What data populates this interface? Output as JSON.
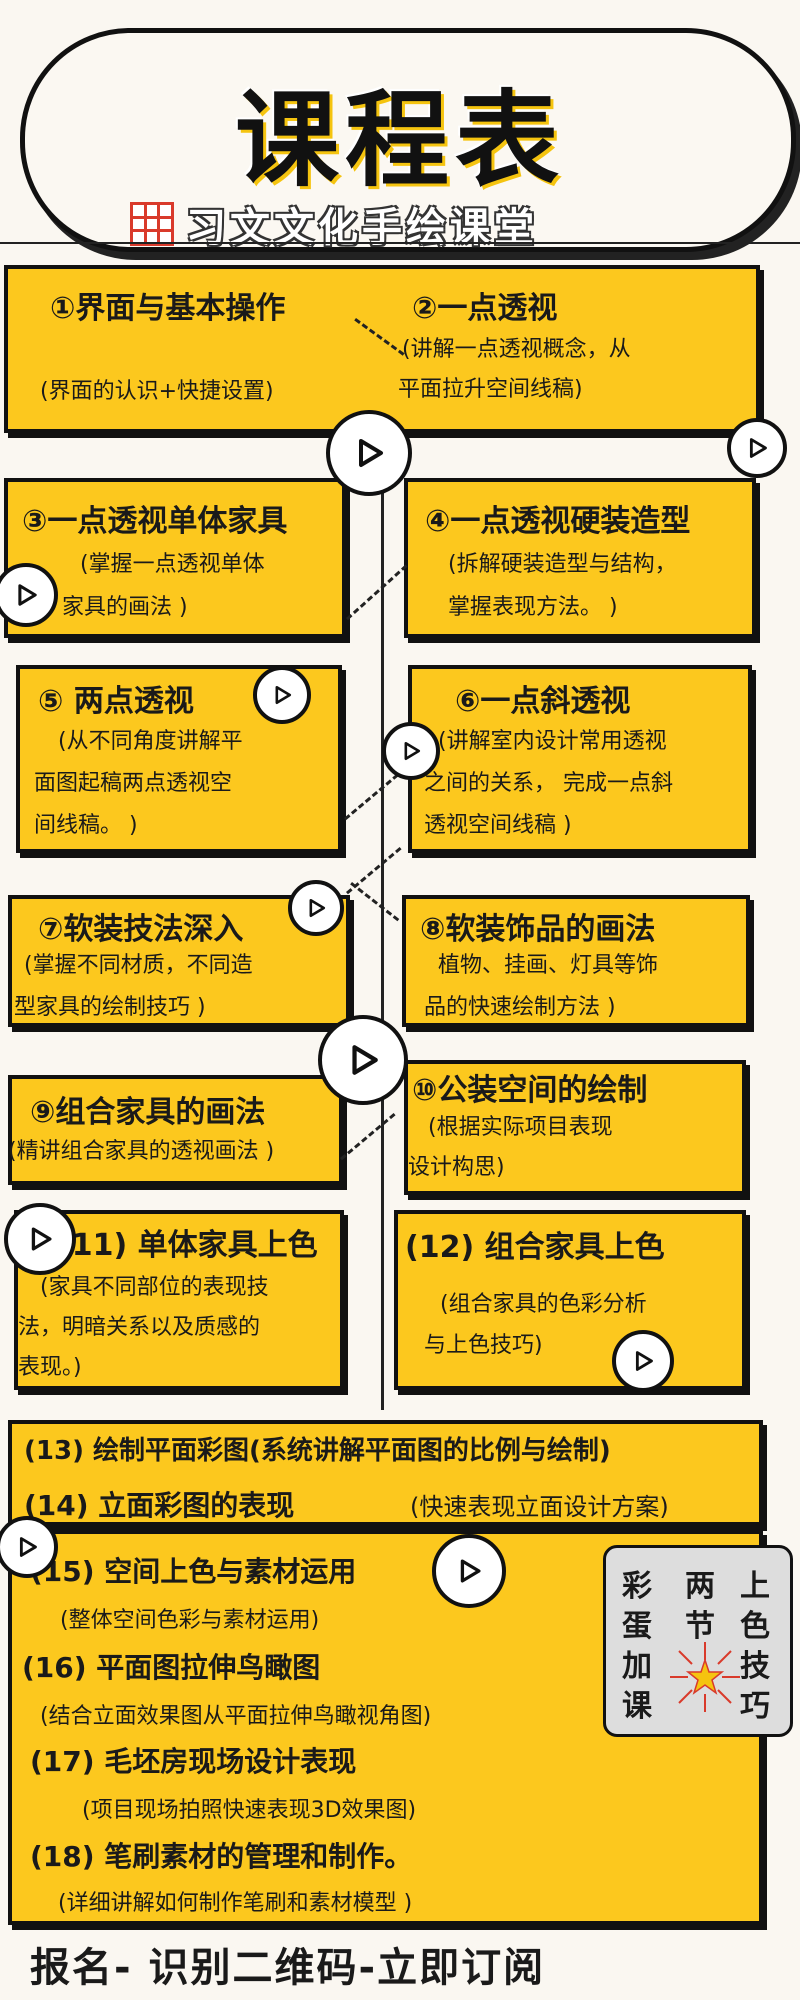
{
  "header": {
    "title": "课程表",
    "brand": "习文文化手绘课堂"
  },
  "courses": [
    {
      "title": "①界面与基本操作",
      "desc": "(界面的认识+快捷设置)"
    },
    {
      "title": "②一点透视",
      "desc1": "(讲解一点透视概念，从",
      "desc2": "平面拉升空间线稿)"
    },
    {
      "title": "③一点透视单体家具",
      "desc1": "(掌握一点透视单体",
      "desc2": "家具的画法 )"
    },
    {
      "title": "④一点透视硬装造型",
      "desc1": "(拆解硬装造型与结构，",
      "desc2": "掌握表现方法。 )"
    },
    {
      "title": "⑤ 两点透视",
      "desc1": "(从不同角度讲解平",
      "desc2": "面图起稿两点透视空",
      "desc3": "间线稿。 )"
    },
    {
      "title": "⑥一点斜透视",
      "desc1": "(讲解室内设计常用透视",
      "desc2": "之间的关系， 完成一点斜",
      "desc3": "透视空间线稿 )"
    },
    {
      "title": "⑦软装技法深入",
      "desc1": "(掌握不同材质，不同造",
      "desc2": "型家具的绘制技巧 )"
    },
    {
      "title": "⑧软装饰品的画法",
      "desc1": "植物、挂画、灯具等饰",
      "desc2": "品的快速绘制方法 )"
    },
    {
      "title": "⑨组合家具的画法",
      "desc1": "(精讲组合家具的透视画法 )"
    },
    {
      "title": "⑩公装空间的绘制",
      "desc1": "(根据实际项目表现",
      "desc2": "设计构思)"
    },
    {
      "title": "(11) 单体家具上色",
      "desc1": "(家具不同部位的表现技",
      "desc2": "法，明暗关系以及质感的",
      "desc3": "表现。)"
    },
    {
      "title": "(12) 组合家具上色",
      "desc1": "(组合家具的色彩分析",
      "desc2": "与上色技巧)"
    }
  ],
  "panel1": {
    "line13": "(13) 绘制平面彩图(系统讲解平面图的比例与绘制)",
    "line14_title": "(14) 立面彩图的表现",
    "line14_desc": "(快速表现立面设计方案)"
  },
  "panel2": {
    "l15": "(15) 空间上色与素材运用",
    "d15": "(整体空间色彩与素材运用)",
    "l16": "(16) 平面图拉伸鸟瞰图",
    "d16": "(结合立面效果图从平面拉伸鸟瞰视角图)",
    "l17": "(17) 毛坯房现场设计表现",
    "d17": "(项目现场拍照快速表现3D效果图)",
    "l18": "(18) 笔刷素材的管理和制作。",
    "d18": "(详细讲解如何制作笔刷和素材模型 )"
  },
  "bonus": {
    "col1": "彩蛋加课",
    "col2": "两节",
    "col3": "上色技巧"
  },
  "footer": "报名- 识别二维码-立即订阅",
  "colors": {
    "card": "#fcc81e",
    "accent_red": "#d93a2b",
    "outline": "#111111"
  },
  "icons": [
    "play-icon",
    "star-icon",
    "brand-logo-icon"
  ]
}
